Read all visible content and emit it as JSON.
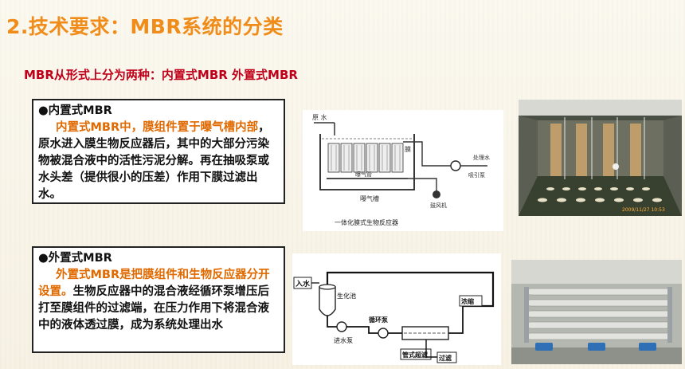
{
  "title": "2.技术要求：MBR系统的分类",
  "subtitle": "MBR从形式上分为两种：内置式MBR 外置式MBR",
  "internal": {
    "heading": "●内置式MBR",
    "highlight": "内置式MBR中，膜组件置于曝气槽内部",
    "body": "，原水进入膜生物反应器后，其中的大部分污染物被混合液中的活性污泥分解。再在抽吸泵或水头差（提供很小的压差）作用下膜过滤出水。"
  },
  "external": {
    "heading": "●外置式MBR",
    "highlight": "外置式MBR是把膜组件和生物反应器分开设置。",
    "body": "生物反应器中的混合液经循环泵增压后打至膜组件的过滤端，在压力作用下将混合液中的液体透过膜，成为系统处理出水"
  },
  "diagram_internal": {
    "inlet": "原 水",
    "outlet": "处理水",
    "membrane": "膜",
    "aerator_pipe": "曝气管",
    "tank": "曝气槽",
    "blower": "鼓风机",
    "pump": "吸引泵",
    "caption": "一体化膜式生物反应器"
  },
  "diagram_external": {
    "inlet": "入水",
    "bio_tank": "生化池",
    "concentrate": "浓缩",
    "circ_pump": "循环泵",
    "feed_pump": "进水泵",
    "tube_ultra": "管式超滤",
    "filtrate": "过滤"
  },
  "photo_internal": {
    "timestamp": "2009/11/27 10:53"
  },
  "colors": {
    "title": "#f08c1a",
    "subtitle": "#c0001a",
    "highlight": "#e06a00"
  }
}
